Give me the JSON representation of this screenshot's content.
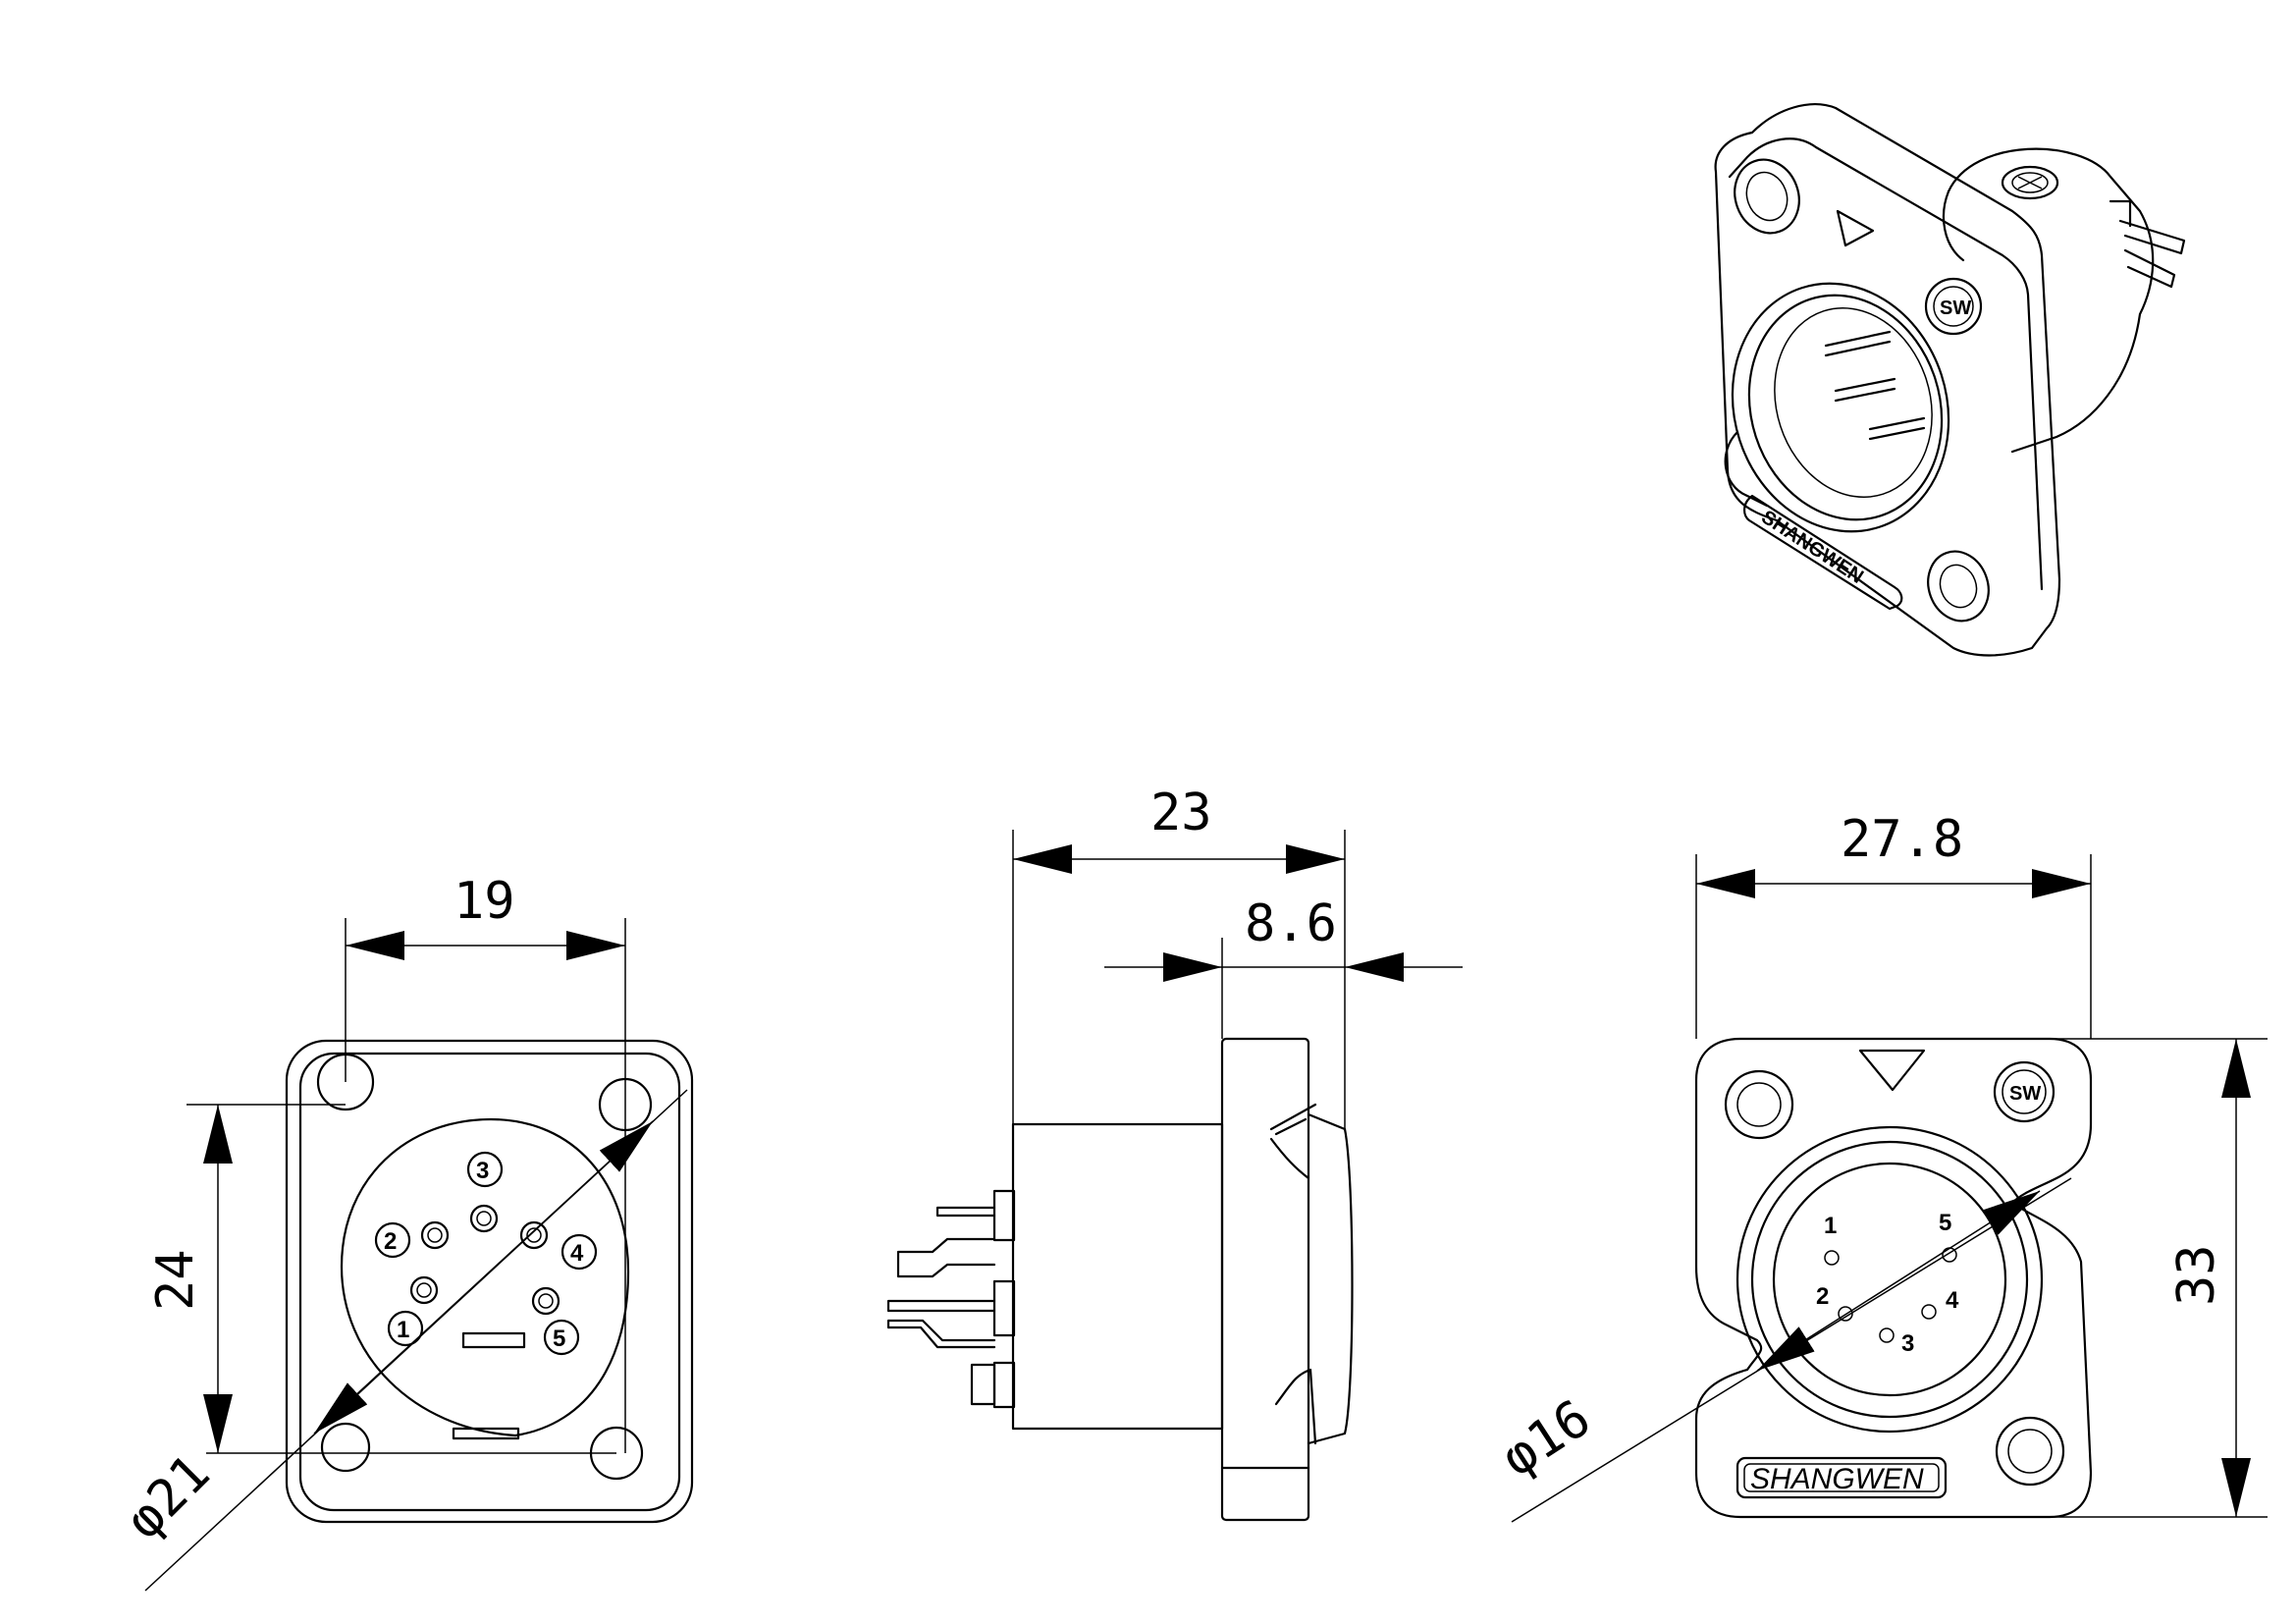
{
  "dimensions": {
    "rear_width": "19",
    "rear_height": "24",
    "rear_diameter": "φ21",
    "side_length": "23",
    "side_flange": "8.6",
    "front_width": "27.8",
    "front_height": "33",
    "front_diameter": "φ16"
  },
  "rear_pins": [
    "1",
    "2",
    "3",
    "4",
    "5"
  ],
  "front_pins": [
    "1",
    "2",
    "3",
    "4",
    "5"
  ],
  "brand": {
    "front_label": "SHANGWEN",
    "iso_label": "SHANGWEN",
    "logo_text": "SW"
  }
}
